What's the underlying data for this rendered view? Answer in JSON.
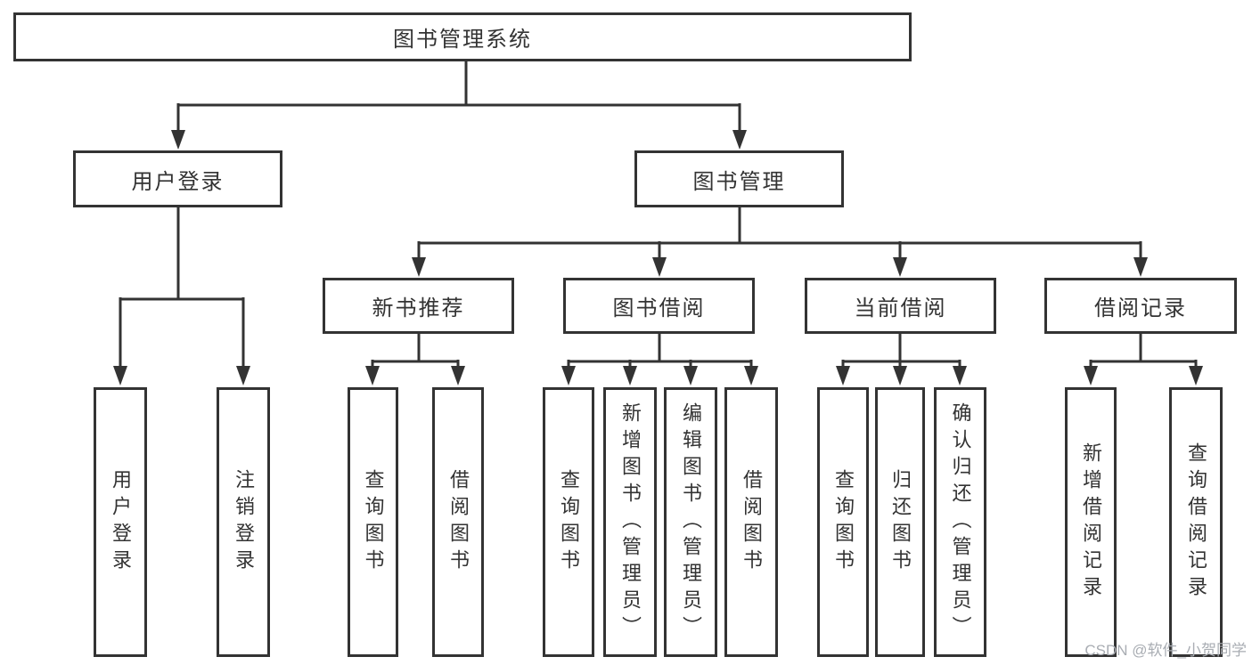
{
  "nodes": {
    "root": {
      "label": "图书管理系统"
    },
    "login": {
      "label": "用户登录",
      "children": {
        "login": {
          "label": "用户登录"
        },
        "logout": {
          "label": "注销登录"
        }
      }
    },
    "mgmt": {
      "label": "图书管理",
      "children": {
        "recommend": {
          "label": "新书推荐",
          "children": {
            "query": {
              "label": "查询图书"
            },
            "borrow": {
              "label": "借阅图书"
            }
          }
        },
        "borrow": {
          "label": "图书借阅",
          "children": {
            "query": {
              "label": "查询图书"
            },
            "add": {
              "label": "新增图书（管理员）"
            },
            "edit": {
              "label": "编辑图书（管理员）"
            },
            "borrow": {
              "label": "借阅图书"
            }
          }
        },
        "current": {
          "label": "当前借阅",
          "children": {
            "query": {
              "label": "查询图书"
            },
            "return": {
              "label": "归还图书"
            },
            "confirm": {
              "label": "确认归还（管理员）"
            }
          }
        },
        "records": {
          "label": "借阅记录",
          "children": {
            "add": {
              "label": "新增借阅记录"
            },
            "query": {
              "label": "查询借阅记录"
            }
          }
        }
      }
    }
  },
  "watermark": {
    "text": "CSDN @软件_小贺同学"
  },
  "colors": {
    "line": "#333333",
    "text": "#333333",
    "box_background": "#ffffff",
    "page_background": "#ffffff",
    "watermark": "#a9adb3"
  }
}
